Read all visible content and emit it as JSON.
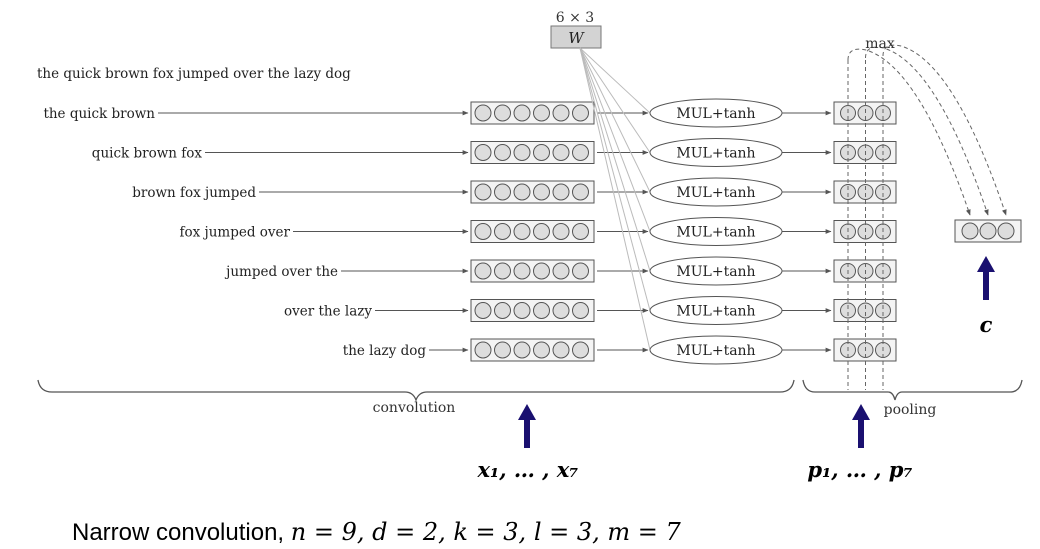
{
  "weight": {
    "dims": "6 × 3",
    "label": "W"
  },
  "sentence": "the quick brown fox jumped over the lazy dog",
  "windows": [
    {
      "text": "the quick brown"
    },
    {
      "text": "quick brown fox"
    },
    {
      "text": "brown fox jumped"
    },
    {
      "text": "fox jumped over"
    },
    {
      "text": "jumped over the"
    },
    {
      "text": "over the lazy"
    },
    {
      "text": "the lazy dog"
    }
  ],
  "op_label": "MUL+tanh",
  "max_label": "max",
  "labels": {
    "convolution": "convolution",
    "pooling": "pooling",
    "x_seq": "x₁, … , x₇",
    "p_seq": "p₁, … , p₇",
    "c": "c"
  },
  "caption": {
    "prefix": "Narrow convolution, ",
    "math": "n = 9, d = 2, k = 3, l = 3, m = 7"
  },
  "colors": {
    "line": "#555555",
    "box_fill": "#f4f4f4",
    "circle_fill": "#dddddd",
    "w_fill": "#d3d3d3",
    "arrow": "#1a1070"
  }
}
